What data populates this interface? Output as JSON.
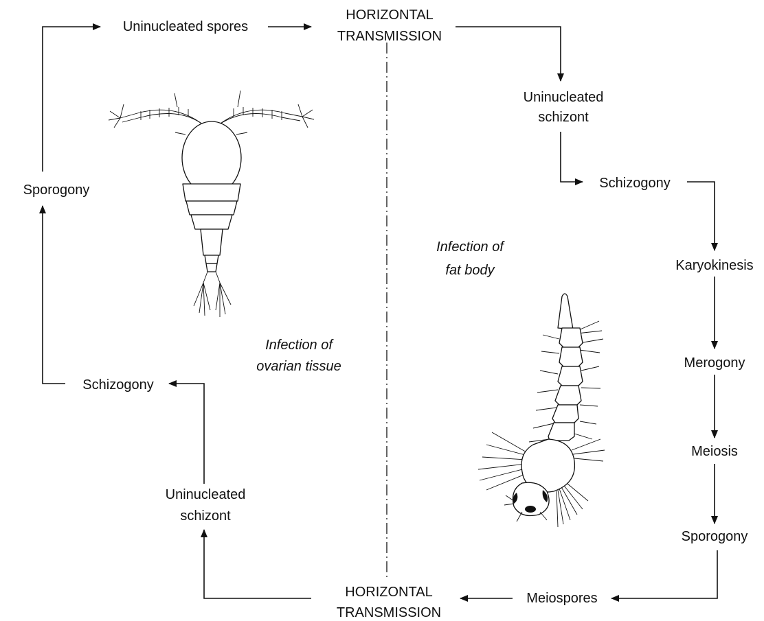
{
  "top_transmission": [
    "HORIZONTAL",
    "TRANSMISSION"
  ],
  "bottom_transmission": [
    "HORIZONTAL",
    "TRANSMISSION"
  ],
  "left_cycle": {
    "uninucleated_spores": "Uninucleated spores",
    "sporogony": "Sporogony",
    "schizogony": "Schizogony",
    "uninucleated_schizont": [
      "Uninucleated",
      "schizont"
    ],
    "infection_label": [
      "Infection of",
      "ovarian tissue"
    ]
  },
  "right_cycle": {
    "uninucleated_schizont": [
      "Uninucleated",
      "schizont"
    ],
    "schizogony": "Schizogony",
    "karyokinesis": "Karyokinesis",
    "merogony": "Merogony",
    "meiosis": "Meiosis",
    "sporogony": "Sporogony",
    "meiospores": "Meiospores",
    "infection_label": [
      "Infection of",
      "fat body"
    ]
  },
  "colors": {
    "ink": "#111111",
    "background": "#ffffff"
  },
  "icons": {
    "left_host": "copepod-icon",
    "right_host": "mosquito-larva-icon"
  }
}
